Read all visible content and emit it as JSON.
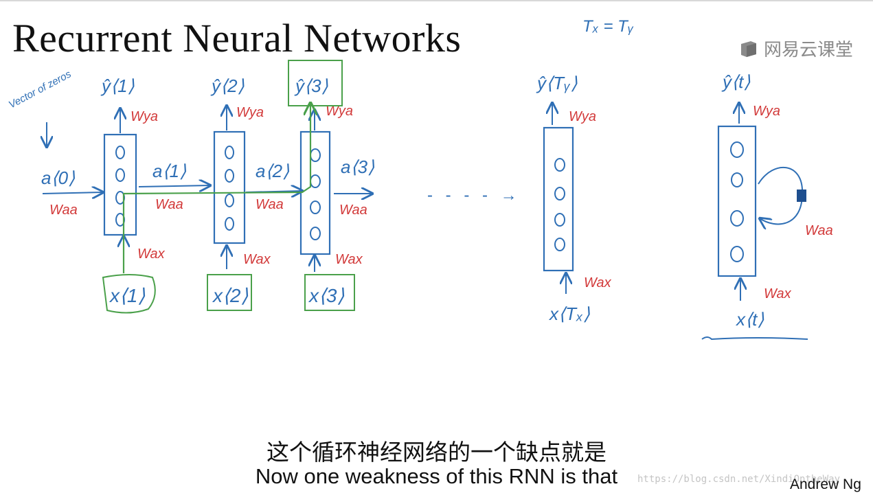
{
  "slide": {
    "title": "Recurrent Neural Networks",
    "note_top": "Tₓ = Tᵧ",
    "author": "Andrew Ng"
  },
  "logo": {
    "text": "网易云课堂",
    "icon": "netease-cloud-classroom-icon"
  },
  "annotation": {
    "vector_of_zeros": "Vector of zeros"
  },
  "diagram": {
    "a0_label": "a⟨0⟩",
    "weights": {
      "aa": "Waa",
      "ya": "Wya",
      "ax": "Wax"
    },
    "unrolled_steps": [
      {
        "y": "ŷ⟨1⟩",
        "x": "x⟨1⟩",
        "a_next": "a⟨1⟩"
      },
      {
        "y": "ŷ⟨2⟩",
        "x": "x⟨2⟩",
        "a_next": "a⟨2⟩"
      },
      {
        "y": "ŷ⟨3⟩",
        "x": "x⟨3⟩",
        "a_next": "a⟨3⟩"
      }
    ],
    "ellipsis": "- - - - →",
    "last_step": {
      "y": "ŷ⟨Tᵧ⟩",
      "x": "x⟨Tₓ⟩"
    },
    "rolled": {
      "y": "ŷ⟨t⟩",
      "x": "x⟨t⟩"
    }
  },
  "subtitles": {
    "chinese": "这个循环神经网络的一个缺点就是",
    "english": "Now one weakness of this RNN is that"
  },
  "watermark": "https://blog.csdn.net/XindiOntheWay",
  "colors": {
    "ink_blue": "#2f6fb5",
    "ink_red": "#d23a3a",
    "highlight_green": "#4aa04a"
  }
}
